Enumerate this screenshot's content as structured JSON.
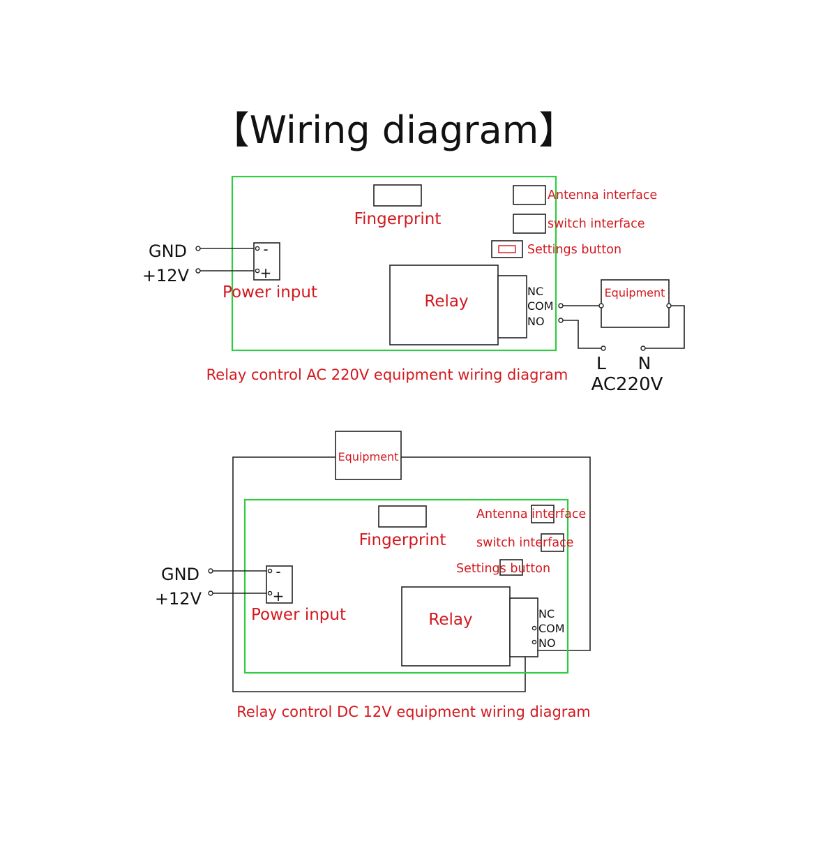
{
  "title": "【Wiring diagram】",
  "colors": {
    "label": "#d3181e",
    "board_outline": "#2ecc40",
    "wire": "#222222",
    "text": "#111111"
  },
  "diagram_ac": {
    "power": {
      "gnd": "GND",
      "v12": "+12V",
      "minus": "-",
      "plus": "+",
      "label": "Power input"
    },
    "fingerprint": "Fingerprint",
    "antenna": "Antenna interface",
    "switch": "switch interface",
    "settings": "Settings button",
    "relay": "Relay",
    "terminals": {
      "nc": "NC",
      "com": "COM",
      "no": "NO"
    },
    "equipment": "Equipment",
    "line": "L",
    "neutral": "N",
    "supply": "AC220V",
    "caption": "Relay control AC 220V equipment wiring diagram"
  },
  "diagram_dc": {
    "power": {
      "gnd": "GND",
      "v12": "+12V",
      "minus": "-",
      "plus": "+",
      "label": "Power input"
    },
    "fingerprint": "Fingerprint",
    "antenna": "Antenna interface",
    "switch": "switch interface",
    "settings": "Settings button",
    "relay": "Relay",
    "terminals": {
      "nc": "NC",
      "com": "COM",
      "no": "NO"
    },
    "equipment": "Equipment",
    "caption": "Relay control DC 12V equipment wiring diagram"
  }
}
